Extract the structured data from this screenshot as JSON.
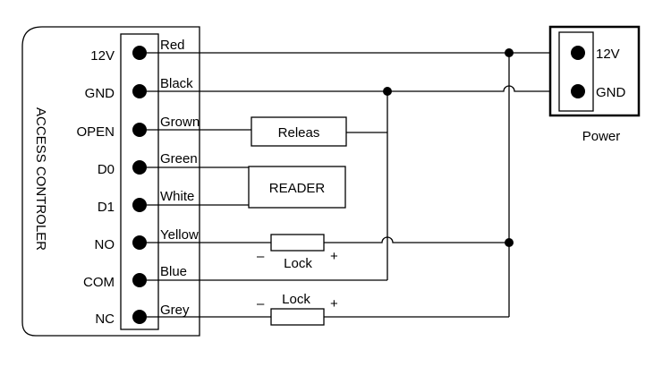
{
  "controller": {
    "title": "ACCESS CONTROLER",
    "pins": [
      {
        "label": "12V",
        "wire": "Red"
      },
      {
        "label": "GND",
        "wire": "Black"
      },
      {
        "label": "OPEN",
        "wire": "Grown"
      },
      {
        "label": "D0",
        "wire": "Green"
      },
      {
        "label": "D1",
        "wire": "White"
      },
      {
        "label": "NO",
        "wire": "Yellow"
      },
      {
        "label": "COM",
        "wire": "Blue"
      },
      {
        "label": "NC",
        "wire": "Grey"
      }
    ]
  },
  "power": {
    "caption": "Power",
    "pins": [
      {
        "label": "12V"
      },
      {
        "label": "GND"
      }
    ]
  },
  "components": {
    "release": "Releas",
    "reader": "READER",
    "lock_no": {
      "label": "Lock",
      "minus": "–",
      "plus": "+"
    },
    "lock_nc": {
      "label": "Lock",
      "minus": "–",
      "plus": "+"
    }
  }
}
